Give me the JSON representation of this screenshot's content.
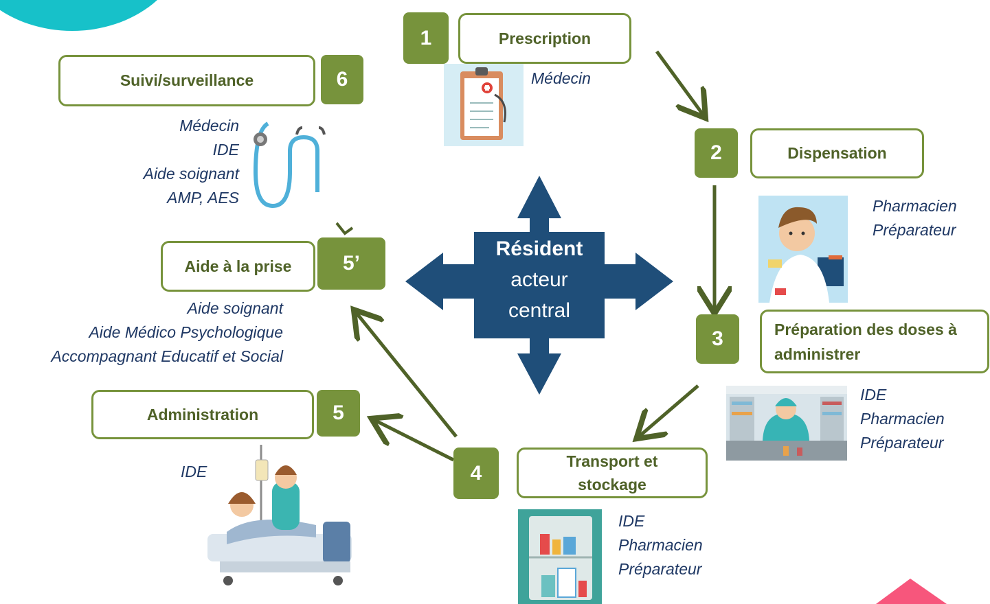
{
  "colors": {
    "accent_green": "#77933c",
    "box_text_green": "#4f6228",
    "role_text_blue": "#1f3864",
    "center_navy": "#1f4e79",
    "arrow_green": "#4f6228",
    "corner_teal": "#17c1c9",
    "corner_pink": "#f7567c"
  },
  "center": {
    "title": "Résident",
    "line2": "acteur",
    "line3": "central"
  },
  "steps": [
    {
      "number": "1",
      "label": "Prescription",
      "roles": [
        "Médecin"
      ],
      "icon": "clipboard-icon"
    },
    {
      "number": "2",
      "label": "Dispensation",
      "roles": [
        "Pharmacien",
        "Préparateur"
      ],
      "icon": "pharmacist-icon"
    },
    {
      "number": "3",
      "label": "Préparation des doses à administrer",
      "label_line1": "Préparation des doses à",
      "label_line2": "administrer",
      "roles": [
        "IDE",
        "Pharmacien",
        "Préparateur"
      ],
      "icon": "lab-icon"
    },
    {
      "number": "4",
      "label": "Transport et stockage",
      "label_line1": "Transport et",
      "label_line2": "stockage",
      "roles": [
        "IDE",
        "Pharmacien",
        "Préparateur"
      ],
      "icon": "medicine-cabinet-icon"
    },
    {
      "number": "5",
      "label": "Administration",
      "roles": [
        "IDE"
      ],
      "icon": "nurse-patient-icon"
    },
    {
      "number": "5’",
      "label": "Aide à la prise",
      "roles": [
        "Aide soignant",
        "Aide Médico Psychologique",
        "Accompagnant Educatif et Social"
      ]
    },
    {
      "number": "6",
      "label": "Suivi/surveillance",
      "roles": [
        "Médecin",
        "IDE",
        "Aide soignant",
        "AMP, AES"
      ],
      "icon": "stethoscope-icon"
    }
  ]
}
